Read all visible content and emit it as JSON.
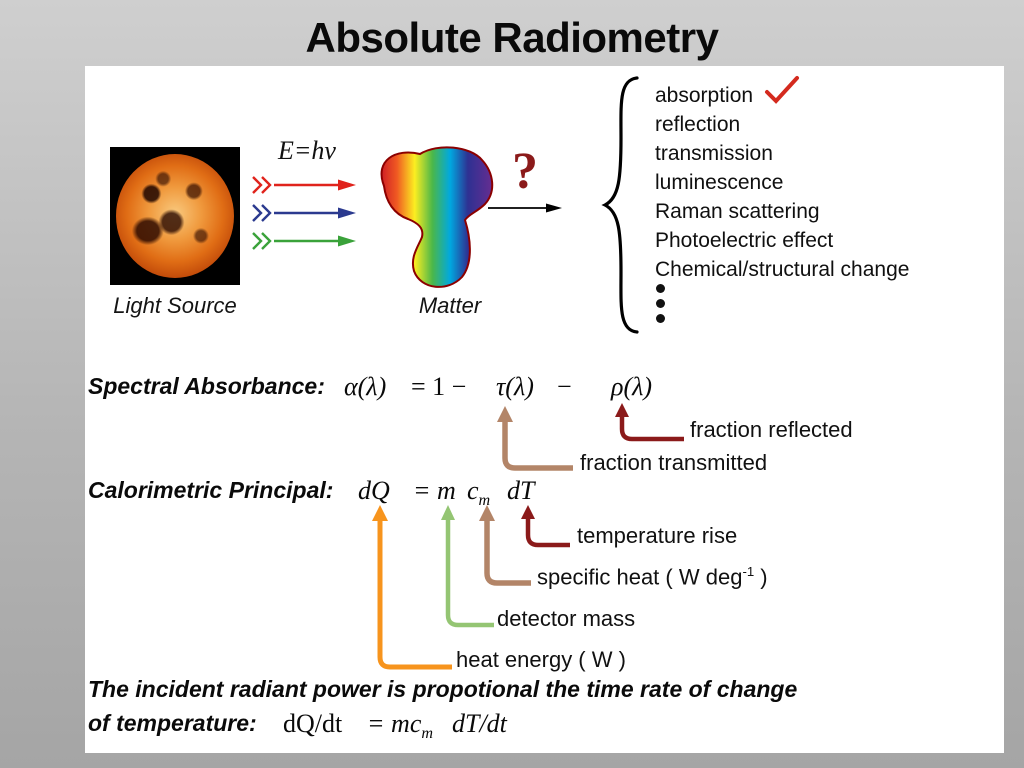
{
  "slide": {
    "title": "Absolute Radiometry"
  },
  "diagram": {
    "energy_label": "E=hν",
    "light_source_label": "Light Source",
    "matter_label": "Matter",
    "question_mark": "?",
    "phenomena": [
      "absorption",
      "reflection",
      "transmission",
      "luminescence",
      "Raman scattering",
      "Photoelectric effect",
      "Chemical/structural change"
    ]
  },
  "icons": {
    "checkmark": "✓",
    "ellipsis": "⋮"
  },
  "spectral": {
    "label": "Spectral Absorbance:",
    "eq_alpha": "α(λ)",
    "eq_equals": "= 1 −",
    "eq_tau": "τ(λ)",
    "eq_minus": "−",
    "eq_rho": "ρ(λ)",
    "fraction_reflected": "fraction reflected",
    "fraction_transmitted": "fraction transmitted"
  },
  "calorimetric": {
    "label": "Calorimetric Principal:",
    "eq_dQ": "dQ",
    "eq_m": "= m",
    "eq_c": "c",
    "eq_c_sub": "m",
    "eq_dT": "dT",
    "temperature_rise": "temperature rise",
    "specific_heat_pre": "specific heat ( W deg",
    "specific_heat_sup": "-1",
    "specific_heat_post": " )",
    "detector_mass": "detector mass",
    "heat_energy": "heat energy ( W )"
  },
  "conclusion": {
    "line1": "The incident radiant power is propotional the time rate of change",
    "line2": "of temperature:",
    "eq_dQdt": "dQ/dt",
    "eq_mc": "= mc",
    "eq_mc_sub": "m",
    "eq_dTdt": "dT/dt"
  },
  "colors": {
    "checkmark_red": "#d42a1e",
    "question_dark_red": "#8b1a1a",
    "beam_red": "#e0231c",
    "beam_blue": "#2b3a8f",
    "beam_green": "#3aa23a",
    "arrow_maroon": "#8b1a1a",
    "arrow_tan": "#b38568",
    "arrow_green": "#94c573",
    "arrow_orange": "#f7941d"
  }
}
